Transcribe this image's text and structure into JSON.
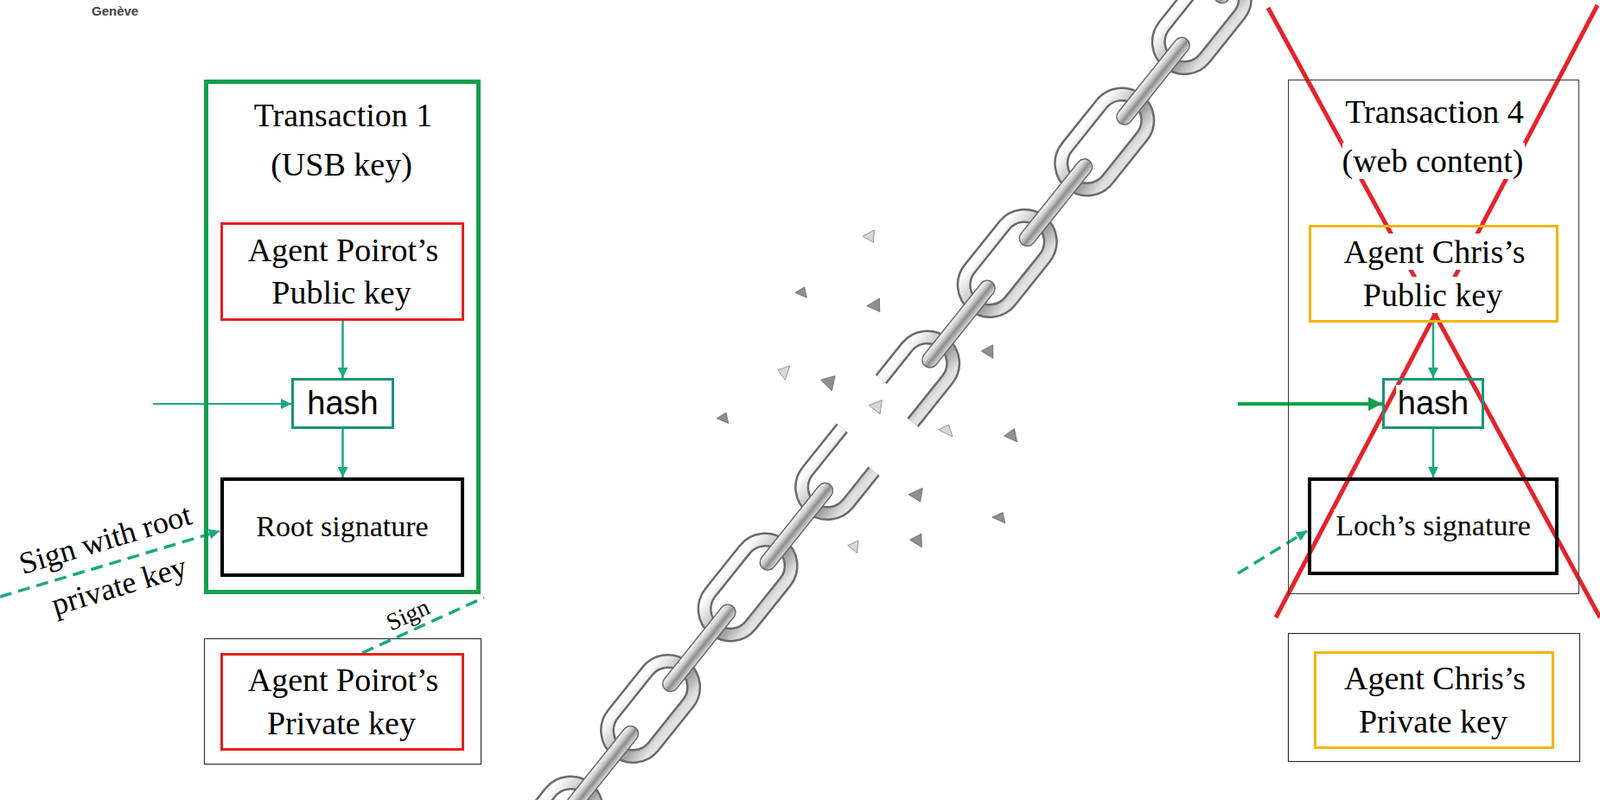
{
  "diagram": {
    "nodes": [
      {
        "text": [
          "Transaction 1 (USB key)"
        ]
      },
      {
        "text": [
          "Agent Poirot’s Public key"
        ],
        "in": 0
      },
      {
        "text": [
          "hash"
        ],
        "in": 0
      },
      {
        "text": [
          "Root signature"
        ],
        "in": 0
      },
      {
        "text": [
          "Agent Poirot’s Private key"
        ]
      },
      {
        "text": [
          "Transaction 4 (web content)"
        ]
      },
      {
        "text": [
          "Agent Chris’s Public key"
        ],
        "in": 5
      },
      {
        "text": [
          "hash"
        ],
        "in": 5
      },
      {
        "text": [
          "Loch’s signature"
        ],
        "in": 5
      },
      {
        "text": [
          "Agent Chris’s Private key"
        ]
      }
    ],
    "edges": [
      {
        "from": 1,
        "to": 2,
        "arrow": "to"
      },
      {
        "from": 2,
        "to": 3,
        "arrow": "to"
      },
      {
        "from": 6,
        "to": 7,
        "arrow": "to"
      },
      {
        "from": 7,
        "to": 8,
        "arrow": "to"
      }
    ],
    "labels": [
      "Genève",
      "Sign with root private key",
      "Sign"
    ]
  }
}
